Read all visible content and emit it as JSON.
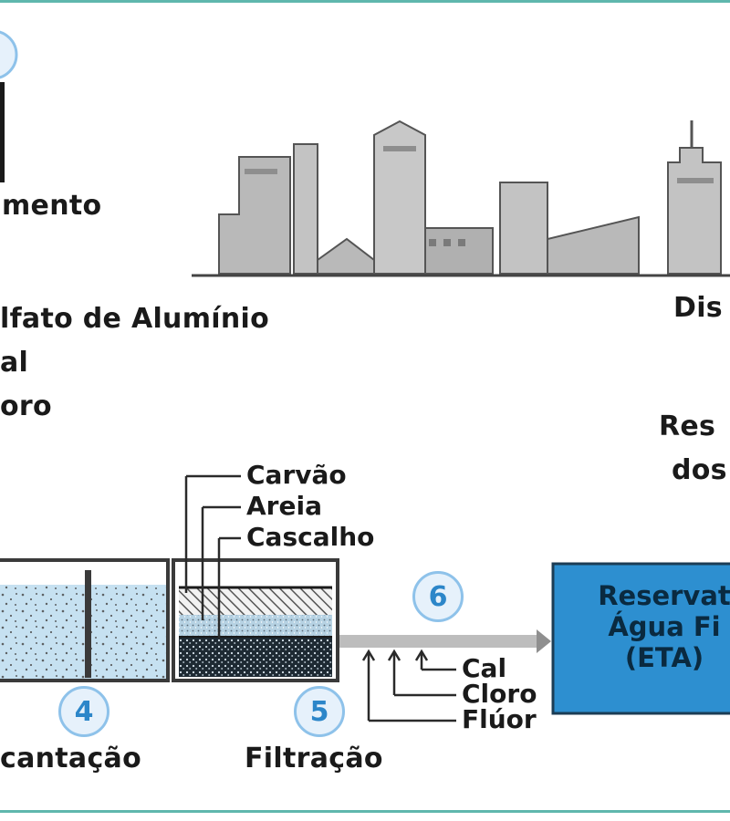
{
  "labels": {
    "treatment": "mento",
    "chemical_1": "lfato de Alumínio",
    "chemical_2": "al",
    "chemical_3": "oro",
    "distribution": "Dis",
    "reservoir_1": "Res",
    "reservoir_2": "dos",
    "carvao": "Carvão",
    "areia": "Areia",
    "cascalho": "Cascalho",
    "decantacao": "cantação",
    "filtracao": "Filtração",
    "cal": "Cal",
    "cloro": "Cloro",
    "fluor": "Flúor"
  },
  "badges": {
    "step_4": "4",
    "step_5": "5",
    "step_6": "6"
  },
  "reservoir_box": {
    "line_1": "Reservat",
    "line_2": "Água Fi",
    "line_3": "(ETA)"
  },
  "colors": {
    "frame": "#5fb7ad",
    "water": "#c6e1f1",
    "reservoir": "#2d8fd0",
    "city": "#b9b9b9",
    "badge_border": "#8ec2ea",
    "badge_text": "#2c86c9"
  }
}
